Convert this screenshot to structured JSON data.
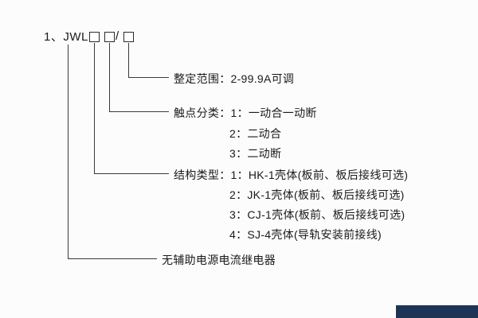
{
  "model_line": {
    "prefix": "1、JWL -",
    "separator": "/"
  },
  "branches": {
    "setting_range": {
      "label": "整定范围：2-99.9A可调"
    },
    "contact_type": {
      "label": "触点分类：1：一动合一动断",
      "options": [
        "2：二动合",
        "3：二动断"
      ]
    },
    "structure_type": {
      "label": "结构类型：1：HK-1壳体(板前、板后接线可选)",
      "options": [
        "2：JK-1壳体(板前、板后接线可选)",
        "3：CJ-1壳体(板前、板后接线可选)",
        "4：SJ-4壳体(导轨安装前接线)"
      ]
    },
    "product": {
      "label": "无辅助电源电流继电器"
    }
  }
}
